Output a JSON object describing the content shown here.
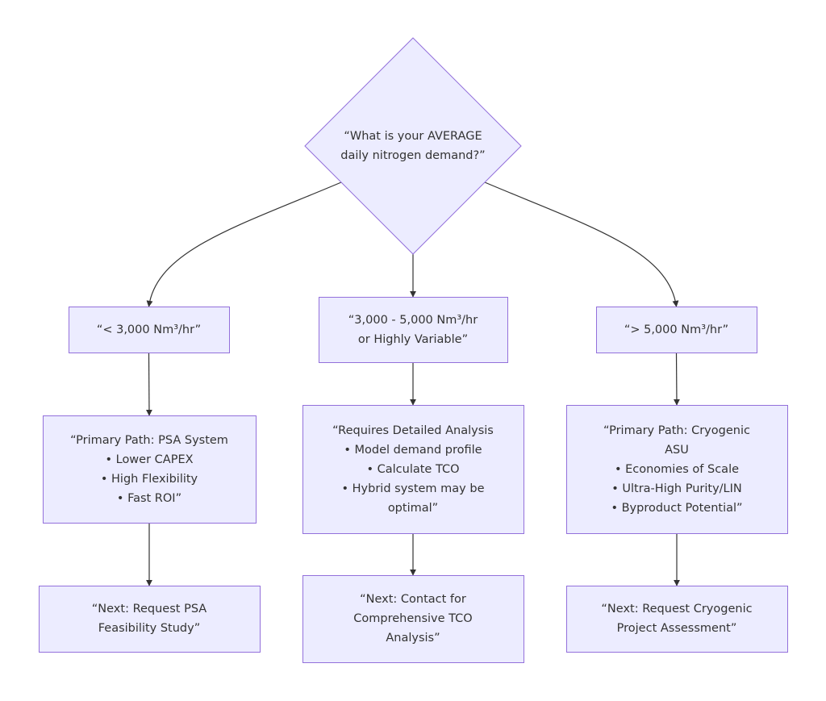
{
  "colors": {
    "node_fill": "#ECECFF",
    "node_stroke": "#9370DB",
    "edge": "#333333",
    "text": "#333333",
    "background": "#FFFFFF"
  },
  "decision": {
    "id": "demand-question",
    "shape": "diamond",
    "lines": [
      "“What is your AVERAGE",
      "daily nitrogen demand?”"
    ]
  },
  "branches": [
    {
      "id": "low",
      "range": {
        "lines": [
          "“< 3,000 Nm³/hr”"
        ]
      },
      "path": {
        "lines": [
          "“Primary Path: PSA System",
          "• Lower CAPEX",
          "• High Flexibility",
          "• Fast ROI”"
        ]
      },
      "next": {
        "lines": [
          "“Next: Request PSA",
          "Feasibility Study”"
        ]
      }
    },
    {
      "id": "mid",
      "range": {
        "lines": [
          "“3,000 - 5,000 Nm³/hr",
          "or Highly Variable”"
        ]
      },
      "path": {
        "lines": [
          "“Requires Detailed Analysis",
          "• Model demand profile",
          "• Calculate TCO",
          "• Hybrid system may be",
          "optimal”"
        ]
      },
      "next": {
        "lines": [
          "“Next: Contact for",
          "Comprehensive TCO",
          "Analysis”"
        ]
      }
    },
    {
      "id": "high",
      "range": {
        "lines": [
          "“> 5,000 Nm³/hr”"
        ]
      },
      "path": {
        "lines": [
          "“Primary Path: Cryogenic",
          "ASU",
          "• Economies of Scale",
          "• Ultra-High Purity/LIN",
          "• Byproduct Potential”"
        ]
      },
      "next": {
        "lines": [
          "“Next: Request Cryogenic",
          "Project Assessment”"
        ]
      }
    }
  ],
  "edges": [
    {
      "from": "demand-question",
      "to": "low-range"
    },
    {
      "from": "demand-question",
      "to": "mid-range"
    },
    {
      "from": "demand-question",
      "to": "high-range"
    },
    {
      "from": "low-range",
      "to": "low-path"
    },
    {
      "from": "mid-range",
      "to": "mid-path"
    },
    {
      "from": "high-range",
      "to": "high-path"
    },
    {
      "from": "low-path",
      "to": "low-next"
    },
    {
      "from": "mid-path",
      "to": "mid-next"
    },
    {
      "from": "high-path",
      "to": "high-next"
    }
  ]
}
